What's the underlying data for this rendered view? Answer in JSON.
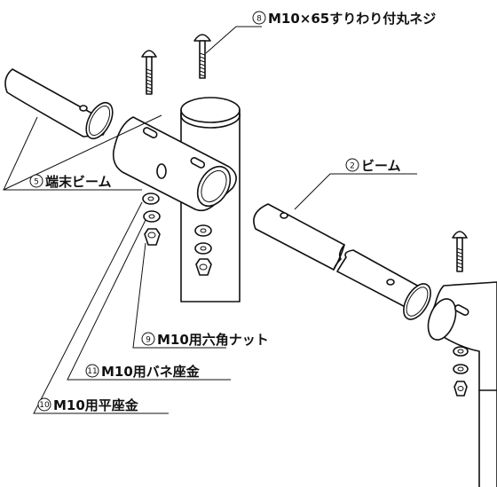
{
  "callouts": [
    {
      "number": "8",
      "text": "M10×65すりわり付丸ネジ"
    },
    {
      "number": "5",
      "text": "端末ビーム"
    },
    {
      "number": "2",
      "text": "ビーム"
    },
    {
      "number": "9",
      "text": "M10用六角ナット"
    },
    {
      "number": "11",
      "text": "M10用バネ座金"
    },
    {
      "number": "10",
      "text": "M10用平座金"
    }
  ]
}
